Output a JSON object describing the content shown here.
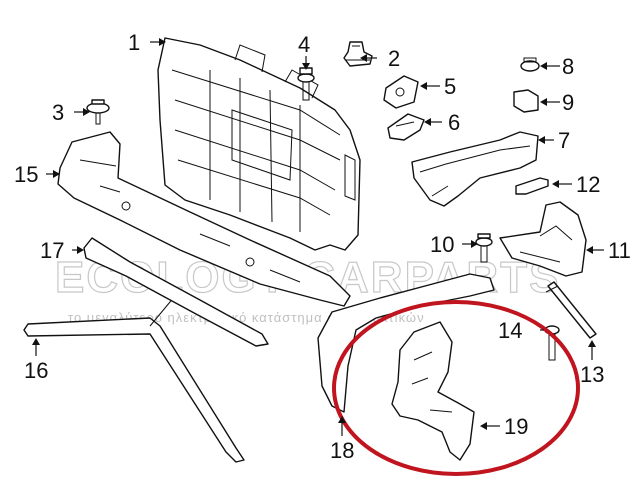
{
  "watermark": {
    "brand": "ECOLOGY-CARPARTS",
    "tagline": "το μεγαλύτερο ηλεκτρονικό κατάστημα ανταλλακτικών"
  },
  "callouts": {
    "c1": "1",
    "c2": "2",
    "c3": "3",
    "c4": "4",
    "c5": "5",
    "c6": "6",
    "c7": "7",
    "c8": "8",
    "c9": "9",
    "c10": "10",
    "c11": "11",
    "c12": "12",
    "c13": "13",
    "c14": "14",
    "c15": "15",
    "c16": "16",
    "c17": "17",
    "c18": "18",
    "c19": "19"
  },
  "highlight": {
    "color": "#c0141e",
    "target_part": "19"
  },
  "colors": {
    "line": "#111111",
    "background": "#ffffff"
  }
}
